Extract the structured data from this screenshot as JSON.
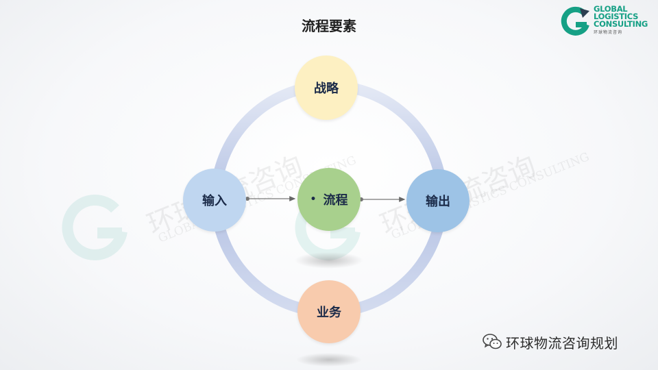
{
  "slide": {
    "title": "流程要素"
  },
  "logo": {
    "line1": "GLOBAL",
    "line2": "LOGISTICS",
    "line3": "CONSULTING",
    "subtitle": "环球物流咨询",
    "icon": "g-arrow-logo-icon",
    "color": "#16a085"
  },
  "watermark": {
    "cn": "环球物流咨询",
    "en": "GLOBAL LOGISTICS CONSULTING"
  },
  "nodes": {
    "strategy": {
      "label": "战略",
      "color": "#fdf0c2"
    },
    "input": {
      "label": "输入",
      "color": "#bfd6f0"
    },
    "process": {
      "label": "流程",
      "color": "#a8d08d"
    },
    "output": {
      "label": "输出",
      "color": "#9dc3e6"
    },
    "business": {
      "label": "业务",
      "color": "#f8cbad"
    }
  },
  "footer": {
    "wechat_icon": "wechat-icon",
    "account": "环球物流咨询规划"
  }
}
